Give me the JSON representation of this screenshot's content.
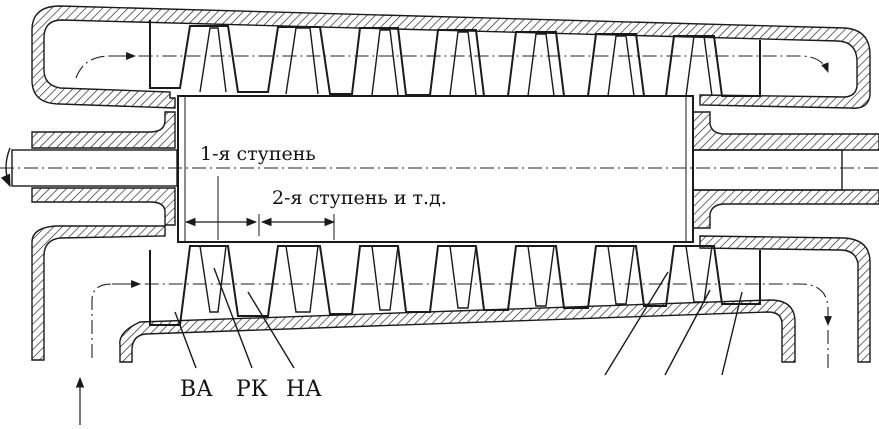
{
  "labels": {
    "stage1": "1-я ступень",
    "stage2": "2-я ступень и т.д.",
    "va": "ВА",
    "rk": "РК",
    "na": "НА"
  },
  "colors": {
    "line": "#1a1a1a",
    "background": "#ffffff"
  },
  "icons": {
    "rotation": "rotation-arrow-icon",
    "flow": "flow-arrow-icon"
  }
}
